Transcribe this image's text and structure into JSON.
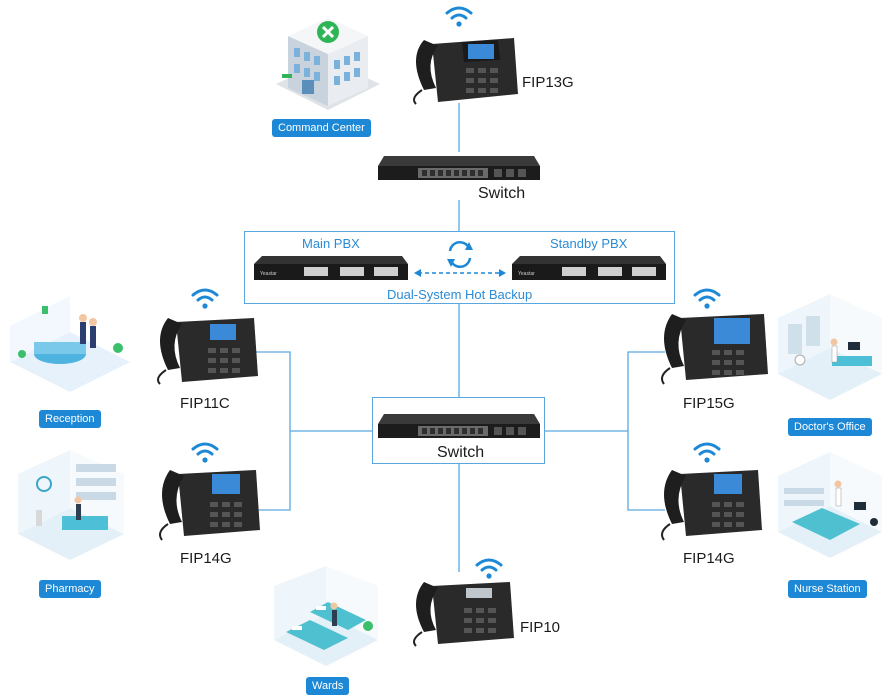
{
  "locations": {
    "command_center": "Command Center",
    "reception": "Reception",
    "pharmacy": "Pharmacy",
    "wards": "Wards",
    "doctors_office": "Doctor's Office",
    "nurse_station": "Nurse Station"
  },
  "phones": {
    "top": "FIP13G",
    "left_top": "FIP11C",
    "left_bottom": "FIP14G",
    "right_top": "FIP15G",
    "right_bottom": "FIP14G",
    "bottom": "FIP10"
  },
  "switches": {
    "top": "Switch",
    "center": "Switch"
  },
  "pbx": {
    "main": "Main PBX",
    "standby": "Standby PBX",
    "caption": "Dual-System Hot Backup"
  },
  "colors": {
    "accent": "#1c88d6",
    "line": "#5aa6e0",
    "wifi": "#1c88d6"
  }
}
